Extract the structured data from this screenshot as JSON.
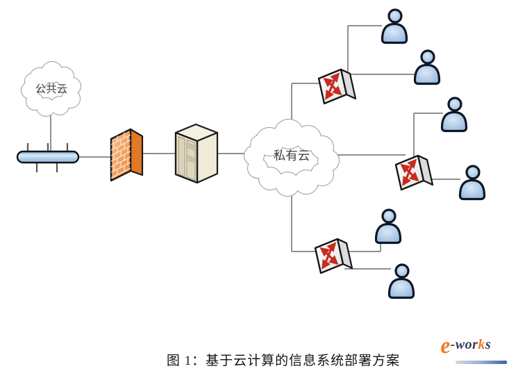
{
  "figure": {
    "caption": "图 1：基于云计算的信息系统部署方案"
  },
  "diagram": {
    "public_cloud": {
      "label": "公共云"
    },
    "private_cloud": {
      "label": "私有云"
    },
    "icons": {
      "hub": "hub-cylinder-icon",
      "firewall": "firewall-brick-icon",
      "server": "server-tower-icon",
      "switches": [
        "switch-icon",
        "switch-icon",
        "switch-icon"
      ],
      "user_count": 6
    }
  },
  "logo": {
    "e": "e",
    "wor": "-wor",
    "k": "k",
    "s": "s"
  },
  "colors": {
    "firewall_front": "#F2A059",
    "firewall_side": "#E07A24",
    "hub_blue": "#A9CBE8",
    "user_blue": "#9DBFE2",
    "switch_arrow_red": "#C72B1E",
    "connector_gray": "#7F7F7F",
    "cloud_outline": "#9A9A9A",
    "logo_orange": "#EE7B28",
    "logo_dark": "#3B3B55"
  }
}
